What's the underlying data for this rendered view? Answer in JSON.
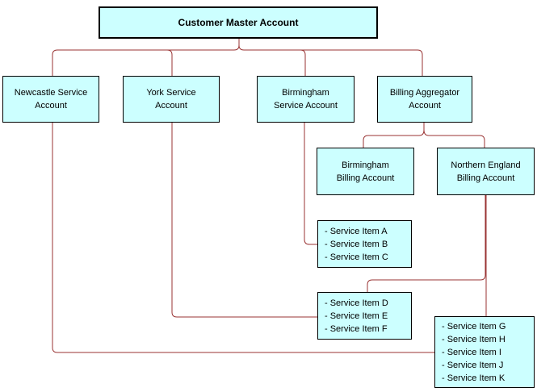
{
  "figure": {
    "type": "hierarchy-diagram",
    "background_color": "#ffffff",
    "node_fill_color": "#ccffff",
    "node_border_color": "#000000",
    "connector_color": "#993333",
    "text_color": "#000000"
  },
  "nodes": {
    "master": {
      "lines": [
        "Customer Master Account"
      ]
    },
    "newcastle": {
      "lines": [
        "Newcastle Service",
        "Account"
      ]
    },
    "york": {
      "lines": [
        "York Service",
        "Account"
      ]
    },
    "birmingham_service": {
      "lines": [
        "Birmingham",
        "Service Account"
      ]
    },
    "billing_aggregator": {
      "lines": [
        "Billing Aggregator",
        "Account"
      ]
    },
    "birmingham_billing": {
      "lines": [
        "Birmingham",
        "Billing Account"
      ]
    },
    "northern_billing": {
      "lines": [
        "Northern England",
        "Billing Account"
      ]
    },
    "items_abc": {
      "lines": [
        "- Service Item A",
        "- Service Item B",
        "- Service Item C"
      ]
    },
    "items_def": {
      "lines": [
        "- Service Item D",
        "- Service Item E",
        "- Service Item F"
      ]
    },
    "items_ghijk": {
      "lines": [
        "- Service Item G",
        "- Service Item H",
        "- Service Item I",
        "- Service Item J",
        "- Service Item K"
      ]
    }
  }
}
